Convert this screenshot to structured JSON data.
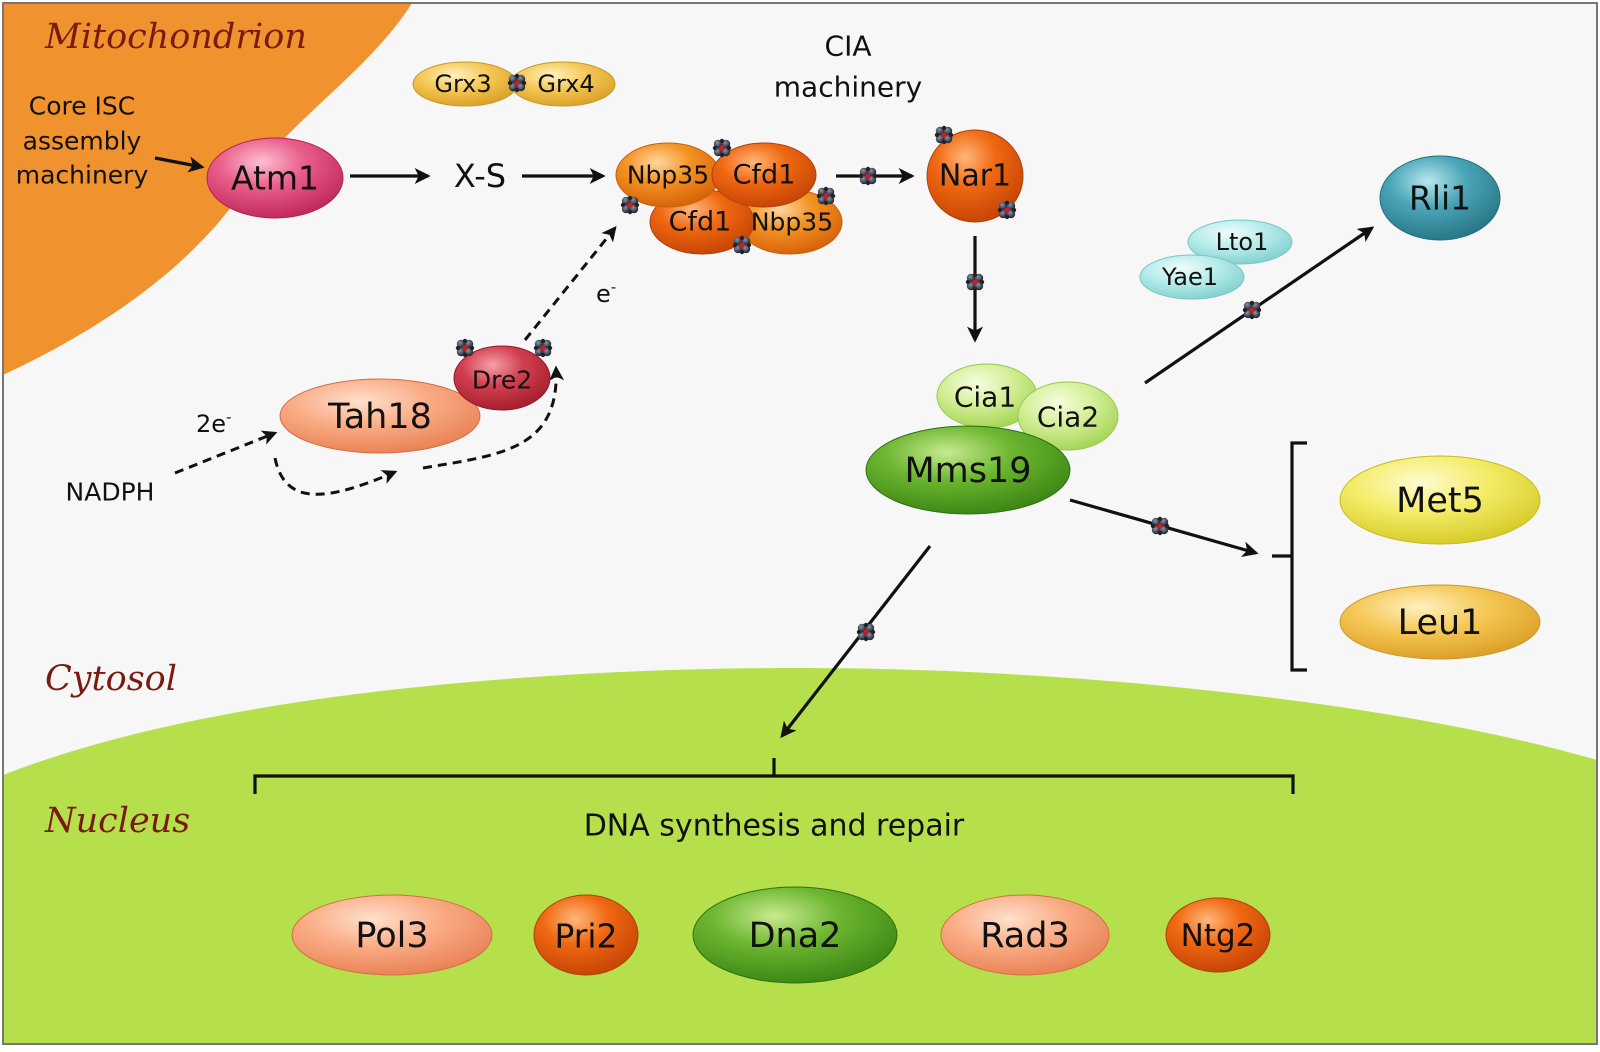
{
  "regions": {
    "mitochondrion": "Mitochondrion",
    "cytosol": "Cytosol",
    "nucleus": "Nucleus"
  },
  "labels": {
    "core_isc": [
      "Core ISC",
      "assembly",
      "machinery"
    ],
    "xs": "X-S",
    "cia": [
      "CIA",
      "machinery"
    ],
    "nadph": "NADPH",
    "two_e": "2e",
    "two_e_sup": "-",
    "e": "e",
    "e_sup": "-",
    "dna_synthesis": "DNA synthesis and repair"
  },
  "proteins": {
    "atm1": "Atm1",
    "grx3": "Grx3",
    "grx4": "Grx4",
    "nbp35_top": "Nbp35",
    "cfd1_top": "Cfd1",
    "cfd1_bottom": "Cfd1",
    "nbp35_bottom": "Nbp35",
    "nar1": "Nar1",
    "tah18": "Tah18",
    "dre2": "Dre2",
    "rli1": "Rli1",
    "lto1": "Lto1",
    "yae1": "Yae1",
    "cia1": "Cia1",
    "cia2": "Cia2",
    "mms19": "Mms19",
    "met5": "Met5",
    "leu1": "Leu1",
    "pol3": "Pol3",
    "pri2": "Pri2",
    "dna2": "Dna2",
    "rad3": "Rad3",
    "ntg2": "Ntg2"
  },
  "colors": {
    "mitochondrion": "#f0922e",
    "cytosol": "#f7f7f7",
    "nucleus": "#b5e04c",
    "region_text": "#7a1a10",
    "pink": "#e24a78",
    "orange": "#f07f12",
    "dark_orange": "#e25a0a",
    "salmon": "#f7a47a",
    "red": "#c8324a",
    "teal": "#3a95a6",
    "light_teal": "#a8e4e2",
    "light_green": "#cdea8a",
    "green": "#5ea828",
    "yellow": "#f0ea5c",
    "gold": "#f1c24a"
  }
}
